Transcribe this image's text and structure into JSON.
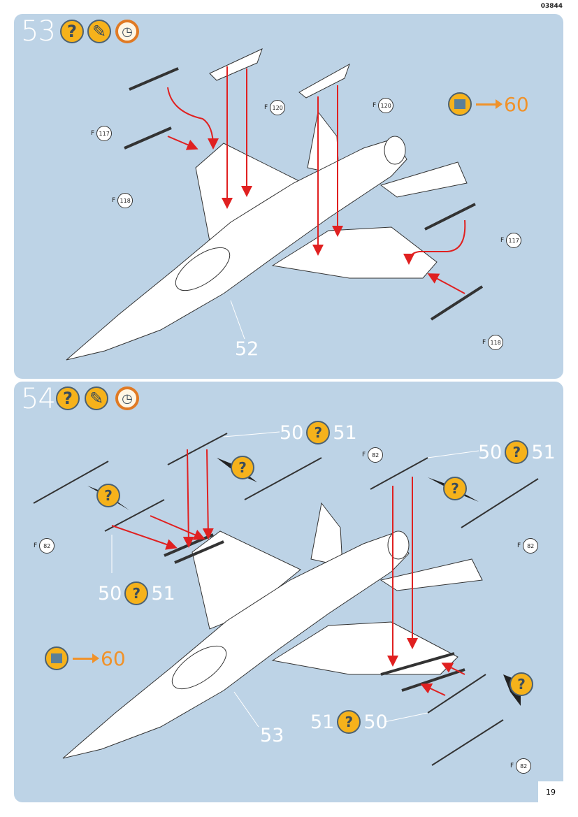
{
  "code": "03844",
  "page_number": "19",
  "steps": [
    {
      "number": "53",
      "subassembly": "52",
      "goto": "60",
      "parts": [
        {
          "prefix": "F",
          "num": "117"
        },
        {
          "prefix": "F",
          "num": "118"
        },
        {
          "prefix": "F",
          "num": "120"
        },
        {
          "prefix": "F",
          "num": "120"
        },
        {
          "prefix": "F",
          "num": "117"
        },
        {
          "prefix": "F",
          "num": "118"
        }
      ]
    },
    {
      "number": "54",
      "subassembly": "53",
      "goto": "60",
      "parts": [
        {
          "prefix": "F",
          "num": "82"
        },
        {
          "prefix": "F",
          "num": "82"
        },
        {
          "prefix": "F",
          "num": "82"
        },
        {
          "prefix": "F",
          "num": "82"
        }
      ],
      "refs": [
        {
          "a": "50",
          "b": "51"
        },
        {
          "a": "50",
          "b": "51"
        },
        {
          "a": "50",
          "b": "51"
        },
        {
          "a": "51",
          "b": "50"
        }
      ]
    }
  ],
  "icons": {
    "help": "?",
    "paint": "paint-brush-icon",
    "clock": "clock-icon",
    "book": "book-eye-icon"
  },
  "colors": {
    "panel": "#bdd3e6",
    "accent": "#f6b21b",
    "arrow": "#e02020",
    "goto": "#f0922a"
  }
}
